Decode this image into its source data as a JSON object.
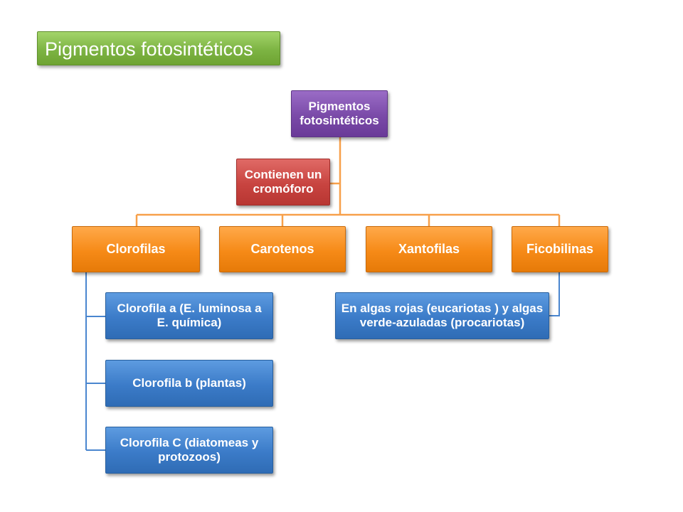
{
  "slide": {
    "title": "Pigmentos fotosintéticos"
  },
  "diagram": {
    "root": "Pigmentos fotosintéticos",
    "assistant": "Contienen un cromóforo",
    "categories": [
      "Clorofilas",
      "Carotenos",
      "Xantofilas",
      "Ficobilinas"
    ],
    "clorofilas_children": [
      "Clorofila a (E. luminosa a E. química)",
      "Clorofila b (plantas)",
      "Clorofila C (diatomeas y protozoos)"
    ],
    "ficobilinas_child": "En algas rojas (eucariotas ) y algas verde-azuladas  (procariotas)"
  },
  "colors": {
    "title_green": "#7db443",
    "root_purple": "#7a4aa8",
    "assistant_red": "#c84440",
    "category_orange": "#f68a17",
    "child_blue": "#3b7bc8",
    "connector_orange": "#f7a04a",
    "connector_blue": "#4a86cf"
  }
}
